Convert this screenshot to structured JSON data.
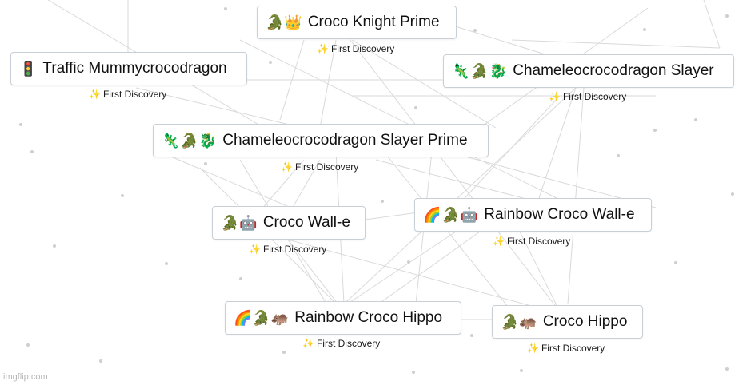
{
  "elements": [
    {
      "id": "croco-knight-prime",
      "icons": "🐊👑",
      "icon_names": [
        "crocodile-icon",
        "crown-icon"
      ],
      "label": "Croco Knight Prime",
      "badge": "First Discovery"
    },
    {
      "id": "traffic-mummycrocodragon",
      "icons": "🚦",
      "icon_names": [
        "traffic-light-icon"
      ],
      "label": "Traffic Mummycrocodragon",
      "badge": "First Discovery"
    },
    {
      "id": "chameleocrocodragon-slayer",
      "icons": "🦎🐊🐉",
      "icon_names": [
        "lizard-icon",
        "crocodile-icon",
        "dragon-icon"
      ],
      "label": "Chameleocrocodragon Slayer",
      "badge": "First Discovery"
    },
    {
      "id": "chameleocrocodragon-slayer-prime",
      "icons": "🦎🐊🐉",
      "icon_names": [
        "lizard-icon",
        "crocodile-icon",
        "dragon-icon"
      ],
      "label": "Chameleocrocodragon Slayer Prime",
      "badge": "First Discovery"
    },
    {
      "id": "croco-wall-e",
      "icons": "🐊🤖",
      "icon_names": [
        "crocodile-icon",
        "robot-icon"
      ],
      "label": "Croco Wall-e",
      "badge": "First Discovery"
    },
    {
      "id": "rainbow-croco-wall-e",
      "icons": "🌈🐊🤖",
      "icon_names": [
        "rainbow-icon",
        "crocodile-icon",
        "robot-icon"
      ],
      "label": "Rainbow Croco Wall-e",
      "badge": "First Discovery"
    },
    {
      "id": "rainbow-croco-hippo",
      "icons": "🌈🐊🦛",
      "icon_names": [
        "rainbow-icon",
        "crocodile-icon",
        "hippo-icon"
      ],
      "label": "Rainbow Croco Hippo",
      "badge": "First Discovery"
    },
    {
      "id": "croco-hippo",
      "icons": "🐊🦛",
      "icon_names": [
        "crocodile-icon",
        "hippo-icon"
      ],
      "label": "Croco Hippo",
      "badge": "First Discovery"
    }
  ],
  "badge_icon": "sparkles-icon",
  "colors": {
    "background": "#ffffff",
    "node_border": "#c8cfd6",
    "line": "#d9d9d9",
    "text": "#111111"
  },
  "watermark": "imgflip.com"
}
